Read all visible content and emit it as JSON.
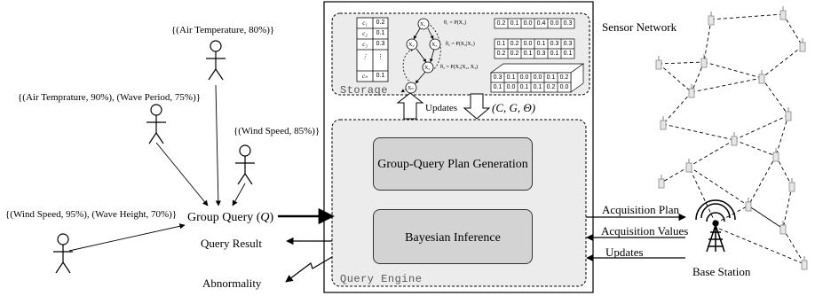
{
  "users": [
    {
      "query": "{(Air Temperature, 80%)}"
    },
    {
      "query": "{(Air Temprature, 90%), (Wave Period, 75%)}"
    },
    {
      "query": "{(Wind Speed, 85%)}"
    },
    {
      "query": "{(Wind Speed, 95%), (Wave Height, 70%)}"
    }
  ],
  "group_query": {
    "label": "Group Query (",
    "symbol": "Q",
    "close": ")"
  },
  "outputs": {
    "query_result": "Query Result",
    "abnormality": "Abnormality"
  },
  "storage": {
    "label": "Storage",
    "c_list": [
      "c₁",
      "c₂",
      "c₃",
      "⋮",
      "cₙ"
    ],
    "p_list": [
      "0.2",
      "0.1",
      "0.3",
      "⋮",
      "0.1"
    ],
    "bn_formulas": [
      "θ₁ = P(X₁)",
      "θ₂ = P(X₂|X₁)",
      "θ₃ = P(X₃|X₂, X₃)"
    ],
    "table1": [
      "0.2",
      "0.1",
      "0.0",
      "0.4",
      "0.0",
      "0.3"
    ],
    "table2": [
      [
        "0.1",
        "0.2",
        "0.0",
        "0.1",
        "0.3",
        "0.3"
      ],
      [
        "0.2",
        "0.2",
        "0.1",
        "0.3",
        "0.1",
        "0.1"
      ]
    ],
    "table3": [
      [
        "0.3",
        "0.1",
        "0.0",
        "0.0",
        "0.1",
        "0.2"
      ],
      [
        "0.1",
        "0.0",
        "0.1",
        "0.1",
        "0.2",
        "0.0"
      ]
    ]
  },
  "arrows": {
    "updates": "Updates",
    "cgt": "(C, G, Θ)"
  },
  "engine": {
    "label": "Query Engine",
    "plan_generation": "Group-Query Plan Generation",
    "inference": "Bayesian Inference"
  },
  "links": {
    "acq_plan": "Acquisition Plan",
    "acq_values": "Acquisition Values",
    "updates": "Updates"
  },
  "network": {
    "label": "Sensor Network",
    "base": "Base Station"
  }
}
